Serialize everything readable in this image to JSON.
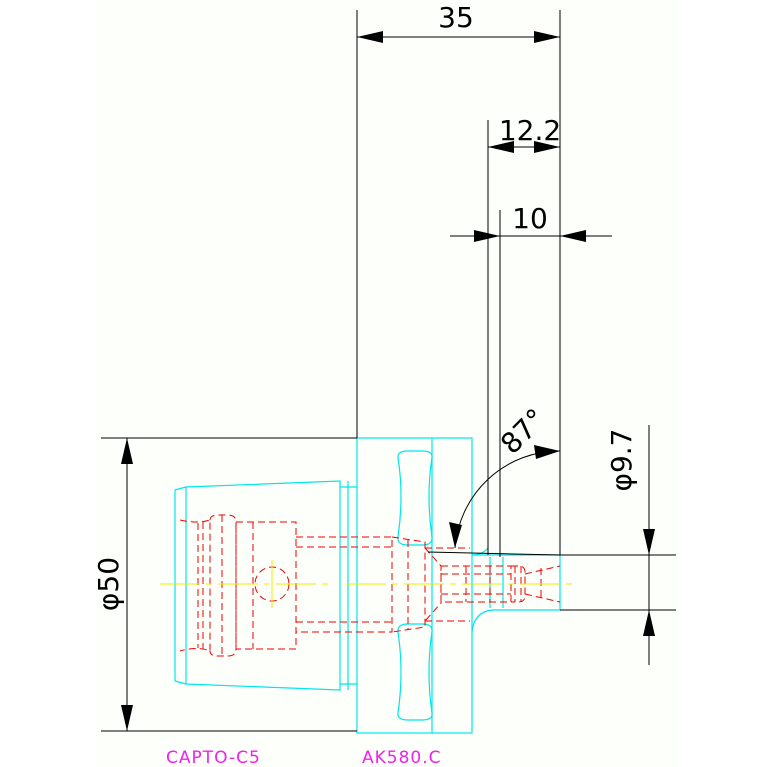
{
  "colors": {
    "background": "#fdfffa",
    "dimension": "#000000",
    "outline": "#00e5ee",
    "hidden": "#ee0000",
    "centerline": "#eeee00",
    "label": "#ee22ee"
  },
  "dimensions": {
    "width_35": "35",
    "width_12_2": "12.2",
    "width_10": "10",
    "angle_87": "87°",
    "dia_9_7": "φ9.7",
    "dia_50": "φ50"
  },
  "labels": {
    "left_part": "CAPTO-C5",
    "right_part": "AK580.C"
  }
}
